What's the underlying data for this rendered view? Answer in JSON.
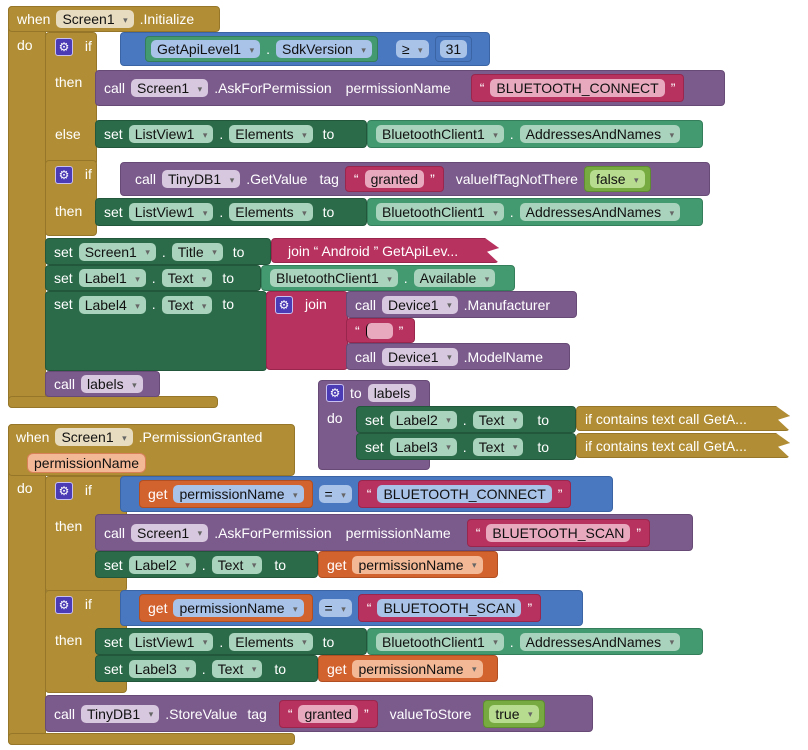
{
  "kw": {
    "when": "when",
    "do": "do",
    "if": "if",
    "then": "then",
    "else": "else",
    "set": "set",
    "to": "to",
    "call": "call",
    "get": "get",
    "join": "join",
    "dot": ".",
    "lq": "“",
    "rq": "”"
  },
  "init": {
    "component": "Screen1",
    "event": ".Initialize",
    "cond": {
      "component": "GetApiLevel1",
      "property": "SdkVersion",
      "op": "≥",
      "value": "31"
    },
    "ask": {
      "component": "Screen1",
      "method": ".AskForPermission",
      "param": "permissionName",
      "value": "BLUETOOTH_CONNECT"
    },
    "set_list": {
      "component": "ListView1",
      "property": "Elements",
      "src_component": "BluetoothClient1",
      "src_property": "AddressesAndNames"
    },
    "getvalue": {
      "component": "TinyDB1",
      "method": ".GetValue",
      "tag_label": "tag",
      "tag": "granted",
      "default_label": "valueIfTagNotThere",
      "default": "false"
    },
    "set_title": {
      "component": "Screen1",
      "property": "Title",
      "collapsed": "join “ Android  ” GetApiLev..."
    },
    "set_label1": {
      "component": "Label1",
      "property": "Text",
      "src_component": "BluetoothClient1",
      "src_property": "Available"
    },
    "set_label4": {
      "component": "Label4",
      "property": "Text",
      "m1_component": "Device1",
      "m1": ".Manufacturer",
      "m2_component": "Device1",
      "m2": ".ModelName"
    },
    "call_labels": "labels"
  },
  "proc": {
    "to": "to",
    "name": "labels",
    "rows": [
      {
        "component": "Label2",
        "property": "Text",
        "collapsed": "if contains text call  GetA..."
      },
      {
        "component": "Label3",
        "property": "Text",
        "collapsed": "if contains text call  GetA..."
      }
    ]
  },
  "granted": {
    "component": "Screen1",
    "event": ".PermissionGranted",
    "param": "permissionName",
    "if1": {
      "var": "permissionName",
      "op": "=",
      "value": "BLUETOOTH_CONNECT"
    },
    "ask": {
      "component": "Screen1",
      "method": ".AskForPermission",
      "param": "permissionName",
      "value": "BLUETOOTH_SCAN"
    },
    "set_label2": {
      "component": "Label2",
      "property": "Text",
      "var": "permissionName"
    },
    "if2": {
      "var": "permissionName",
      "op": "=",
      "value": "BLUETOOTH_SCAN"
    },
    "set_list": {
      "component": "ListView1",
      "property": "Elements",
      "src_component": "BluetoothClient1",
      "src_property": "AddressesAndNames"
    },
    "set_label3": {
      "component": "Label3",
      "property": "Text",
      "var": "permissionName"
    },
    "store": {
      "component": "TinyDB1",
      "method": ".StoreValue",
      "tag_label": "tag",
      "tag": "granted",
      "value_label": "valueToStore",
      "value": "true"
    }
  }
}
